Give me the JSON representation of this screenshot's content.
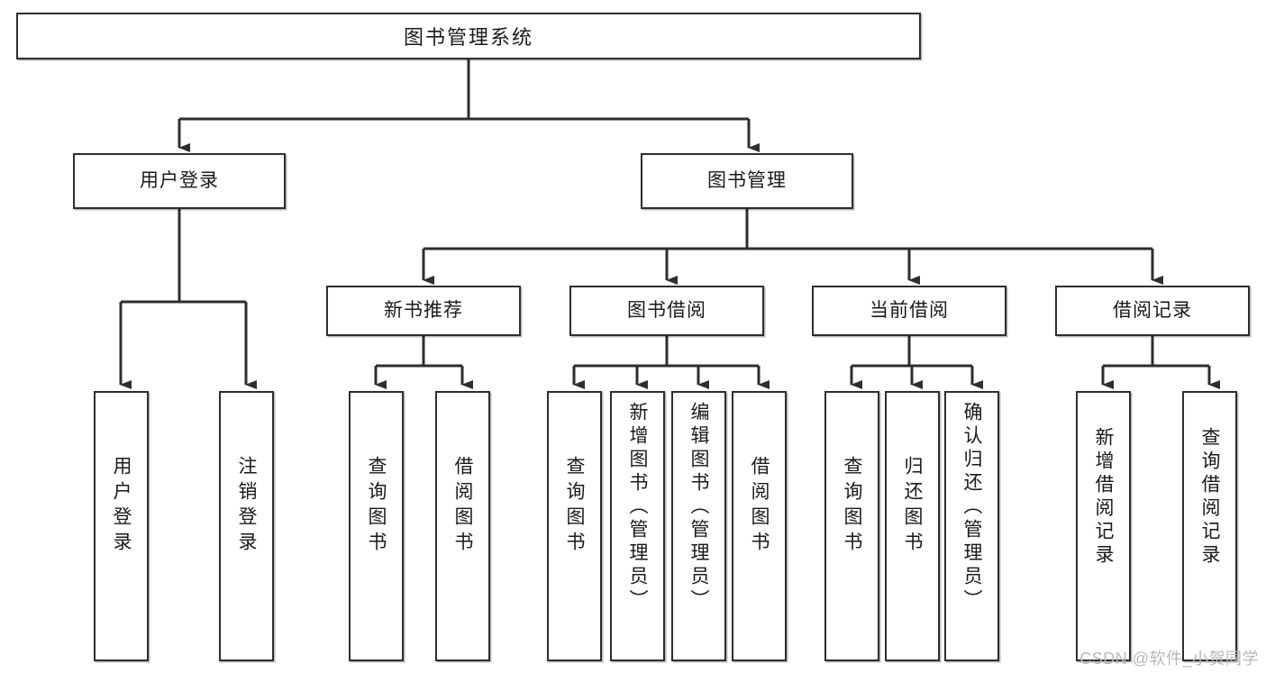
{
  "diagram": {
    "type": "tree-hierarchy",
    "title": "图书管理系统",
    "watermark": "CSDN @软件_小贺同学",
    "colors": {
      "stroke": "#2e2e2e",
      "fill": "#ffffff",
      "text": "#1a1a1a",
      "watermark": "#b8b8b8"
    },
    "nodes": {
      "root": {
        "label": "图书管理系统",
        "level": 1,
        "orientation": "horizontal"
      },
      "l2": [
        {
          "id": "user-login",
          "label": "用户登录",
          "level": 2,
          "orientation": "horizontal"
        },
        {
          "id": "book-manage",
          "label": "图书管理",
          "level": 2,
          "orientation": "horizontal"
        }
      ],
      "l3": [
        {
          "id": "new-book-rec",
          "label": "新书推荐",
          "level": 3,
          "orientation": "horizontal"
        },
        {
          "id": "book-borrow",
          "label": "图书借阅",
          "level": 3,
          "orientation": "horizontal"
        },
        {
          "id": "current-borrow",
          "label": "当前借阅",
          "level": 3,
          "orientation": "horizontal"
        },
        {
          "id": "borrow-record",
          "label": "借阅记录",
          "level": 3,
          "orientation": "horizontal"
        }
      ],
      "leaves": {
        "user-login": [
          {
            "id": "leaf-user-login",
            "label": "用户登录"
          },
          {
            "id": "leaf-user-logout",
            "label": "注销登录"
          }
        ],
        "new-book-rec": [
          {
            "id": "leaf-query-book-1",
            "label": "查询图书"
          },
          {
            "id": "leaf-borrow-book-1",
            "label": "借阅图书"
          }
        ],
        "book-borrow": [
          {
            "id": "leaf-query-book-2",
            "label": "查询图书"
          },
          {
            "id": "leaf-add-book",
            "label": "新增图书（管理员）"
          },
          {
            "id": "leaf-edit-book",
            "label": "编辑图书（管理员）"
          },
          {
            "id": "leaf-borrow-book-2",
            "label": "借阅图书"
          }
        ],
        "current-borrow": [
          {
            "id": "leaf-query-book-3",
            "label": "查询图书"
          },
          {
            "id": "leaf-return-book",
            "label": "归还图书"
          },
          {
            "id": "leaf-confirm-return",
            "label": "确认归还（管理员）"
          }
        ],
        "borrow-record": [
          {
            "id": "leaf-add-record",
            "label": "新增借阅记录"
          },
          {
            "id": "leaf-query-record",
            "label": "查询借阅记录"
          }
        ]
      }
    }
  }
}
